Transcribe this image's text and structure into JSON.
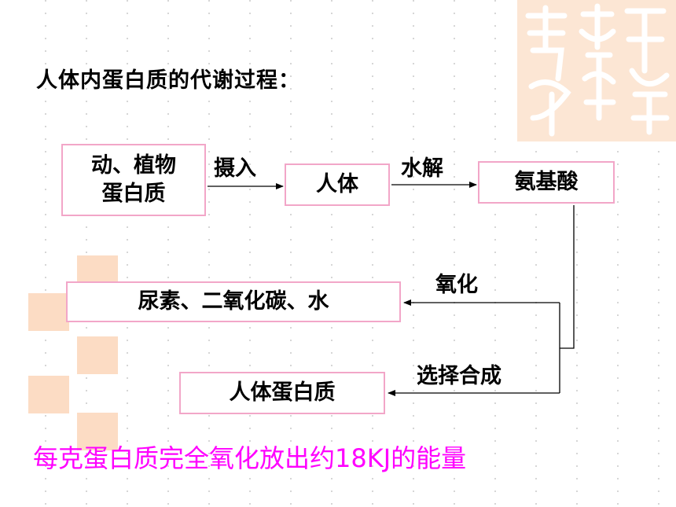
{
  "title": "人体内蛋白质的代谢过程：",
  "boxes": {
    "food_protein_line1": "动、植物",
    "food_protein_line2": "蛋白质",
    "human_body": "人体",
    "amino_acid": "氨基酸",
    "products": "尿素、二氧化碳、水",
    "human_protein": "人体蛋白质"
  },
  "labels": {
    "ingest": "摄入",
    "hydrolysis": "水解",
    "oxidation": "氧化",
    "synthesis": "选择合成"
  },
  "footer": "每克蛋白质完全氧化放出约18KJ的能量",
  "colors": {
    "box_border": "#f2a6c8",
    "footer_text": "#ff00ff",
    "decor_square": "#fcdcc4",
    "grid_dots": "#c8c8c8"
  }
}
